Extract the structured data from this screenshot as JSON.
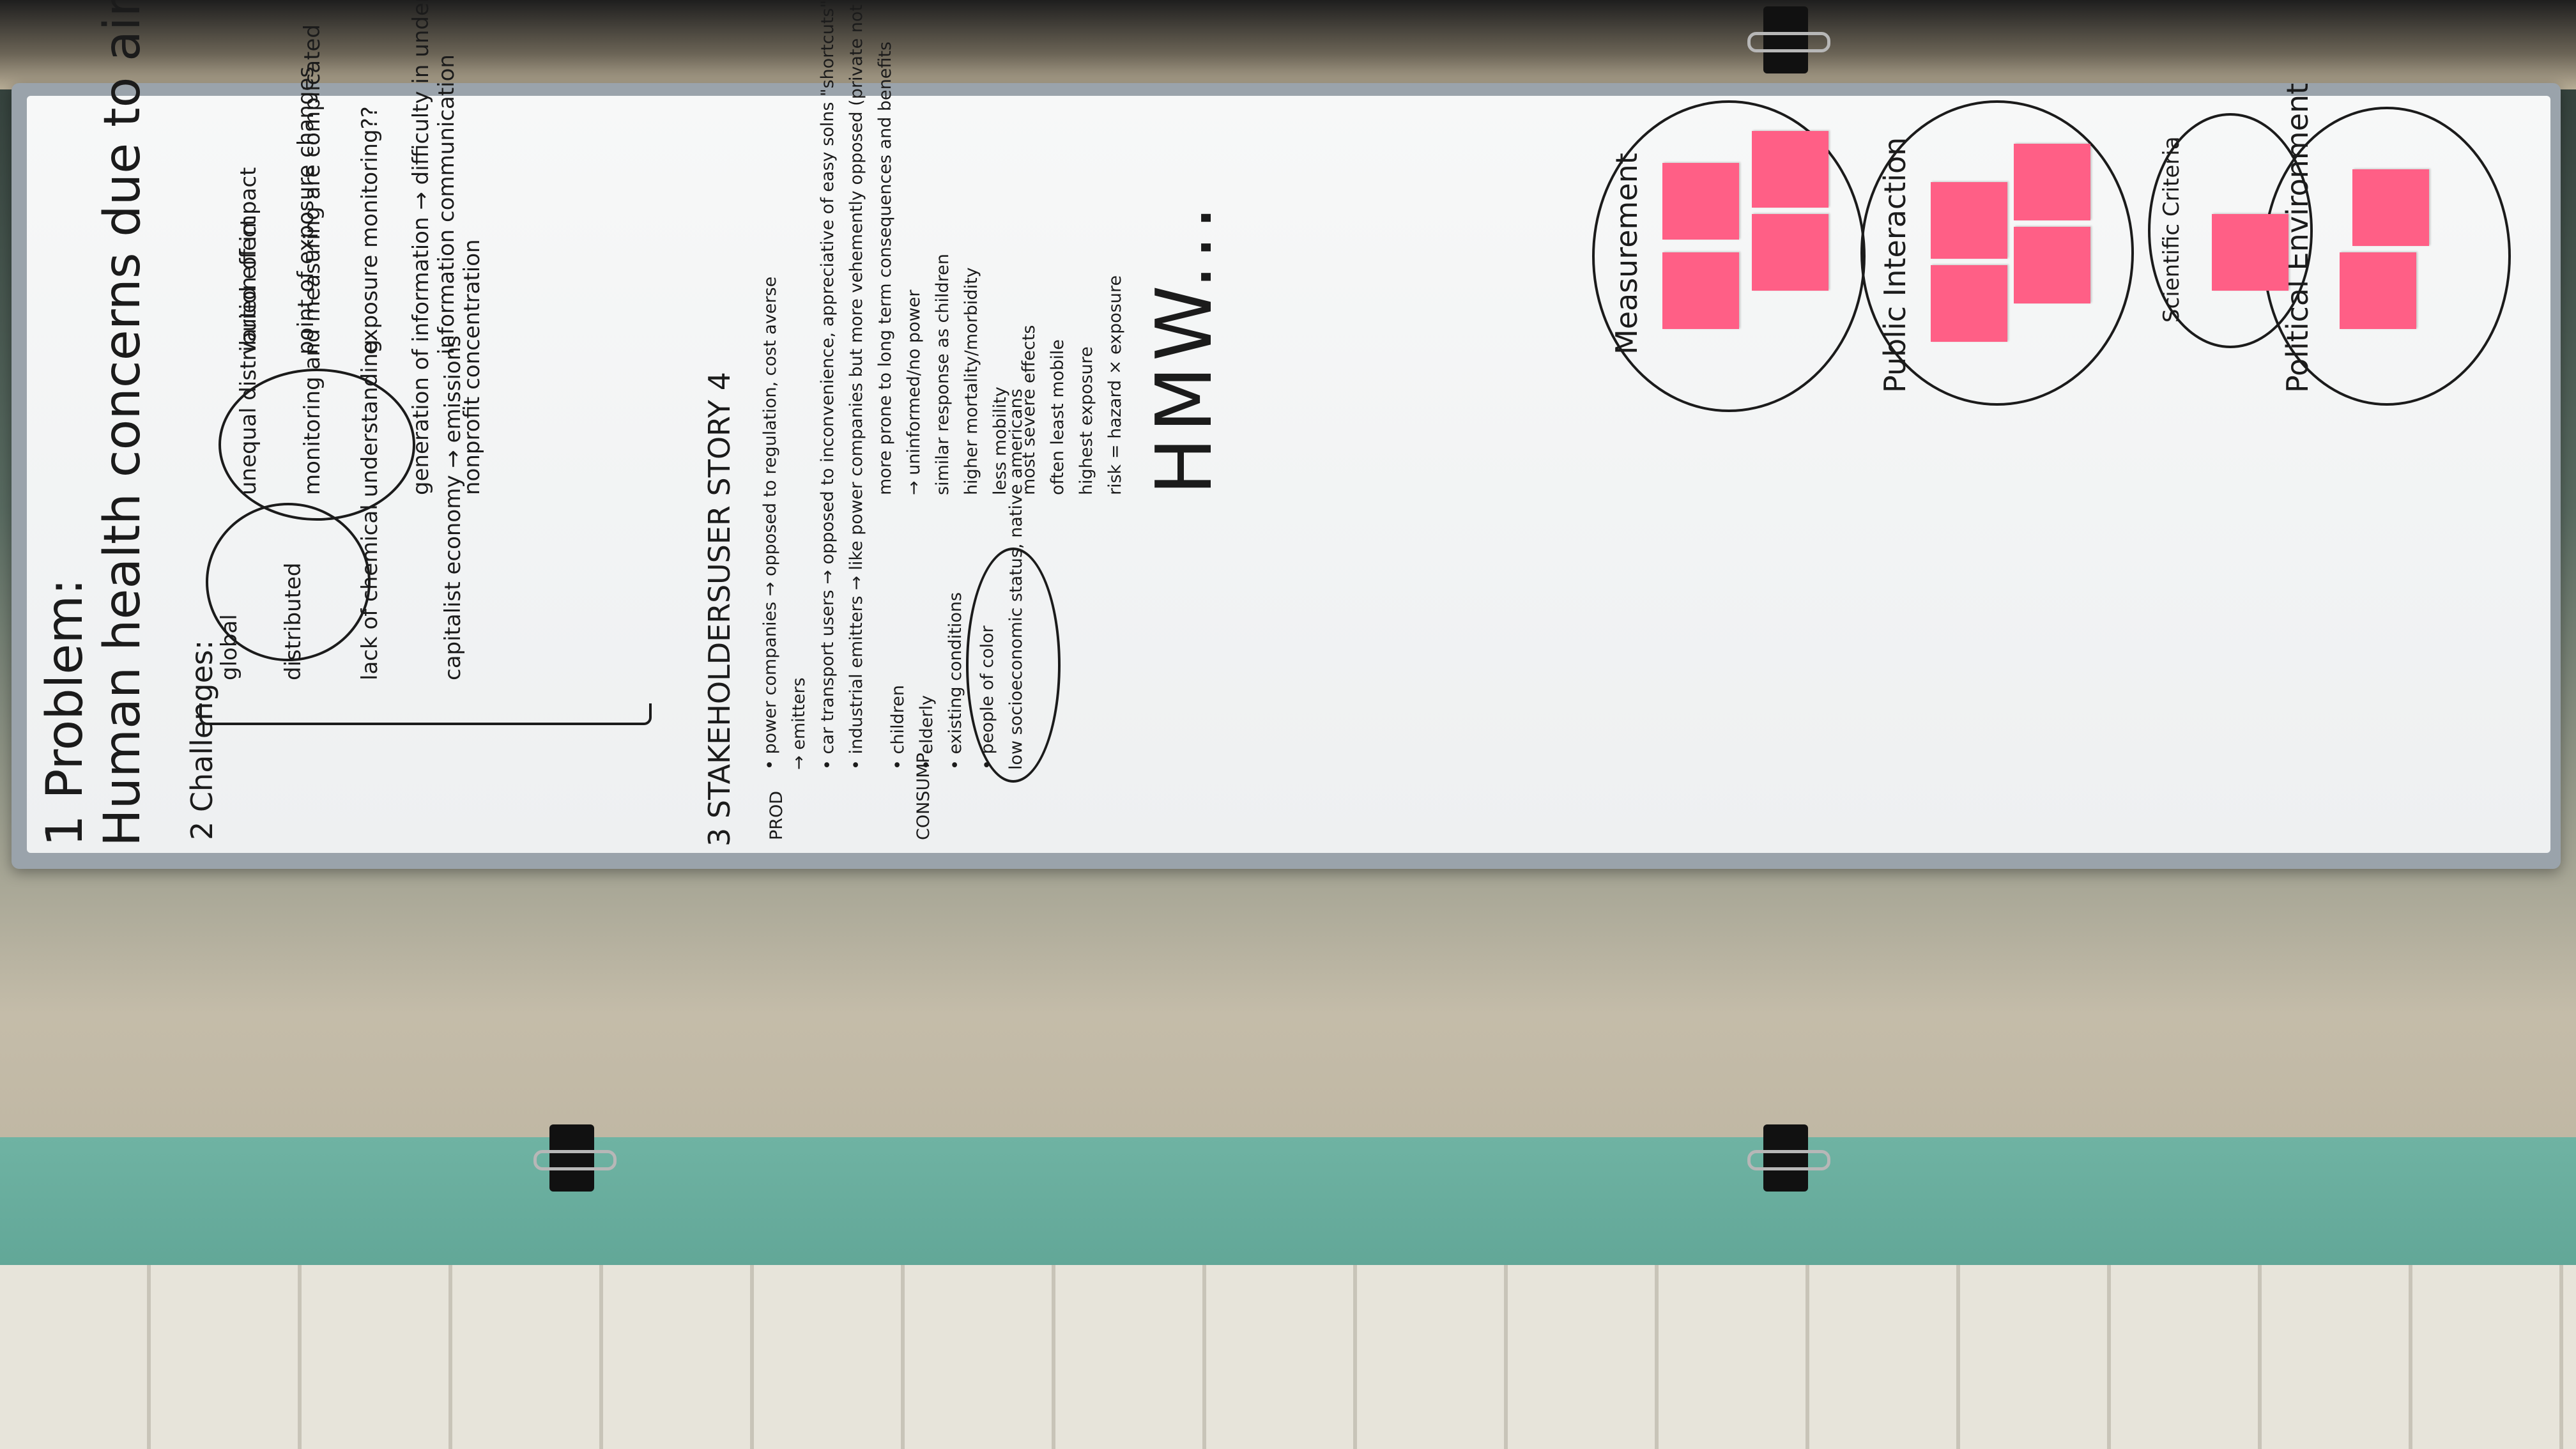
{
  "board": {
    "problem_heading": "1 Problem:",
    "problem_text": "Human health concerns due to air pollution",
    "challenges_heading": "2 Challenges:",
    "challenges": [
      "global",
      "distributed",
      "lack of chemical understanding",
      "capitalist economy → emissions",
      "unequal distribution of impact",
      "monitoring and measuring are complicated",
      "generation of information → difficulty in understanding",
      "nonprofit concentration",
      "varied effect",
      "point of exposure changes",
      "exposure monitoring??",
      "information communication"
    ],
    "stakeholders_heading": "3 STAKEHOLDERS",
    "user_story_heading": "USER STORY 4",
    "prod_label": "PROD",
    "consump_label": "CONSUMP",
    "producers": [
      "• power companies → opposed to regulation, cost averse",
      "→ emitters",
      "• car transport users → opposed to inconvenience, appreciative of easy solns \"shortcuts\"",
      "• industrial emitters → like power companies but more vehemently opposed (private not public)"
    ],
    "consumers": [
      "• children",
      "• elderly",
      "• existing conditions",
      "• people of color",
      "low socioeconomic status, native americans"
    ],
    "consumer_notes": [
      "more prone to long term consequences and benefits",
      "→ uninformed/no power",
      "similar response as children",
      "higher mortality/morbidity",
      "less mobility",
      "most severe effects",
      "often least mobile",
      "highest exposure",
      "risk = hazard × exposure"
    ],
    "hmw": "HMW...",
    "clusters": [
      {
        "label": "Measurement"
      },
      {
        "label": "Public Interaction"
      },
      {
        "label": "Scientific Criteria"
      },
      {
        "label": "Political Environment"
      }
    ],
    "sticky_color": "#ff5f86",
    "ink_color": "#1b1b1b"
  }
}
